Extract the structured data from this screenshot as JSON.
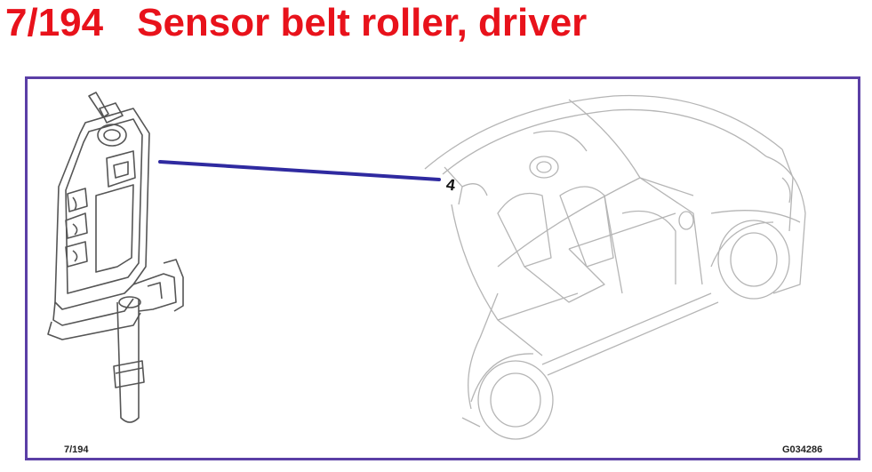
{
  "header": {
    "number": "7/194",
    "title": "Sensor belt roller, driver"
  },
  "diagram": {
    "part_label": "4",
    "ref_left": "7/194",
    "ref_right": "G034286"
  },
  "colors": {
    "title": "#e8121b",
    "frame": "#5b3fa6",
    "leader_line": "#2f2aa0",
    "line_art": "#5a5a5a",
    "car_art": "#b5b5b5"
  }
}
